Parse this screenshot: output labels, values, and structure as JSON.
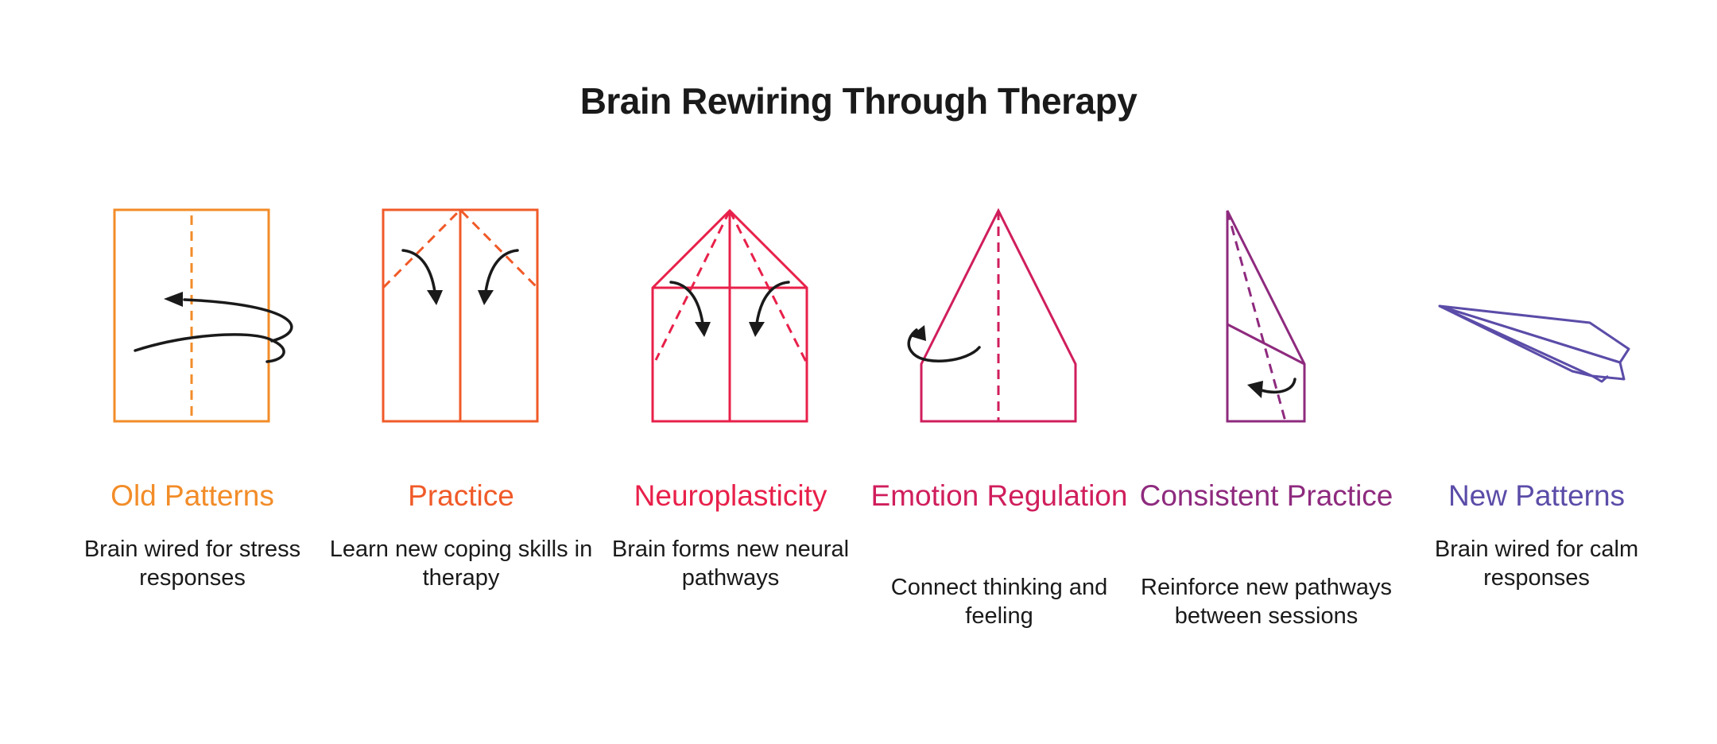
{
  "title": "Brain Rewiring Through Therapy",
  "steps": [
    {
      "label": "Old Patterns",
      "description": "Brain wired for stress responses",
      "color": "#F28C28",
      "icon": "paper-rectangle-fold-icon"
    },
    {
      "label": "Practice",
      "description": "Learn new coping skills in therapy",
      "color": "#F05A28",
      "icon": "paper-corner-fold-icon"
    },
    {
      "label": "Neuroplasticity",
      "description": "Brain forms new neural pathways",
      "color": "#E8204A",
      "icon": "paper-house-fold-icon"
    },
    {
      "label": "Emotion Regulation",
      "description": "Connect thinking and feeling",
      "color": "#D01E5C",
      "icon": "paper-point-fold-icon"
    },
    {
      "label": "Consistent Practice",
      "description": "Reinforce new pathways between sessions",
      "color": "#8E2A7E",
      "icon": "paper-wing-fold-icon"
    },
    {
      "label": "New Patterns",
      "description": "Brain wired for calm responses",
      "color": "#5B4CA8",
      "icon": "paper-airplane-icon"
    }
  ]
}
